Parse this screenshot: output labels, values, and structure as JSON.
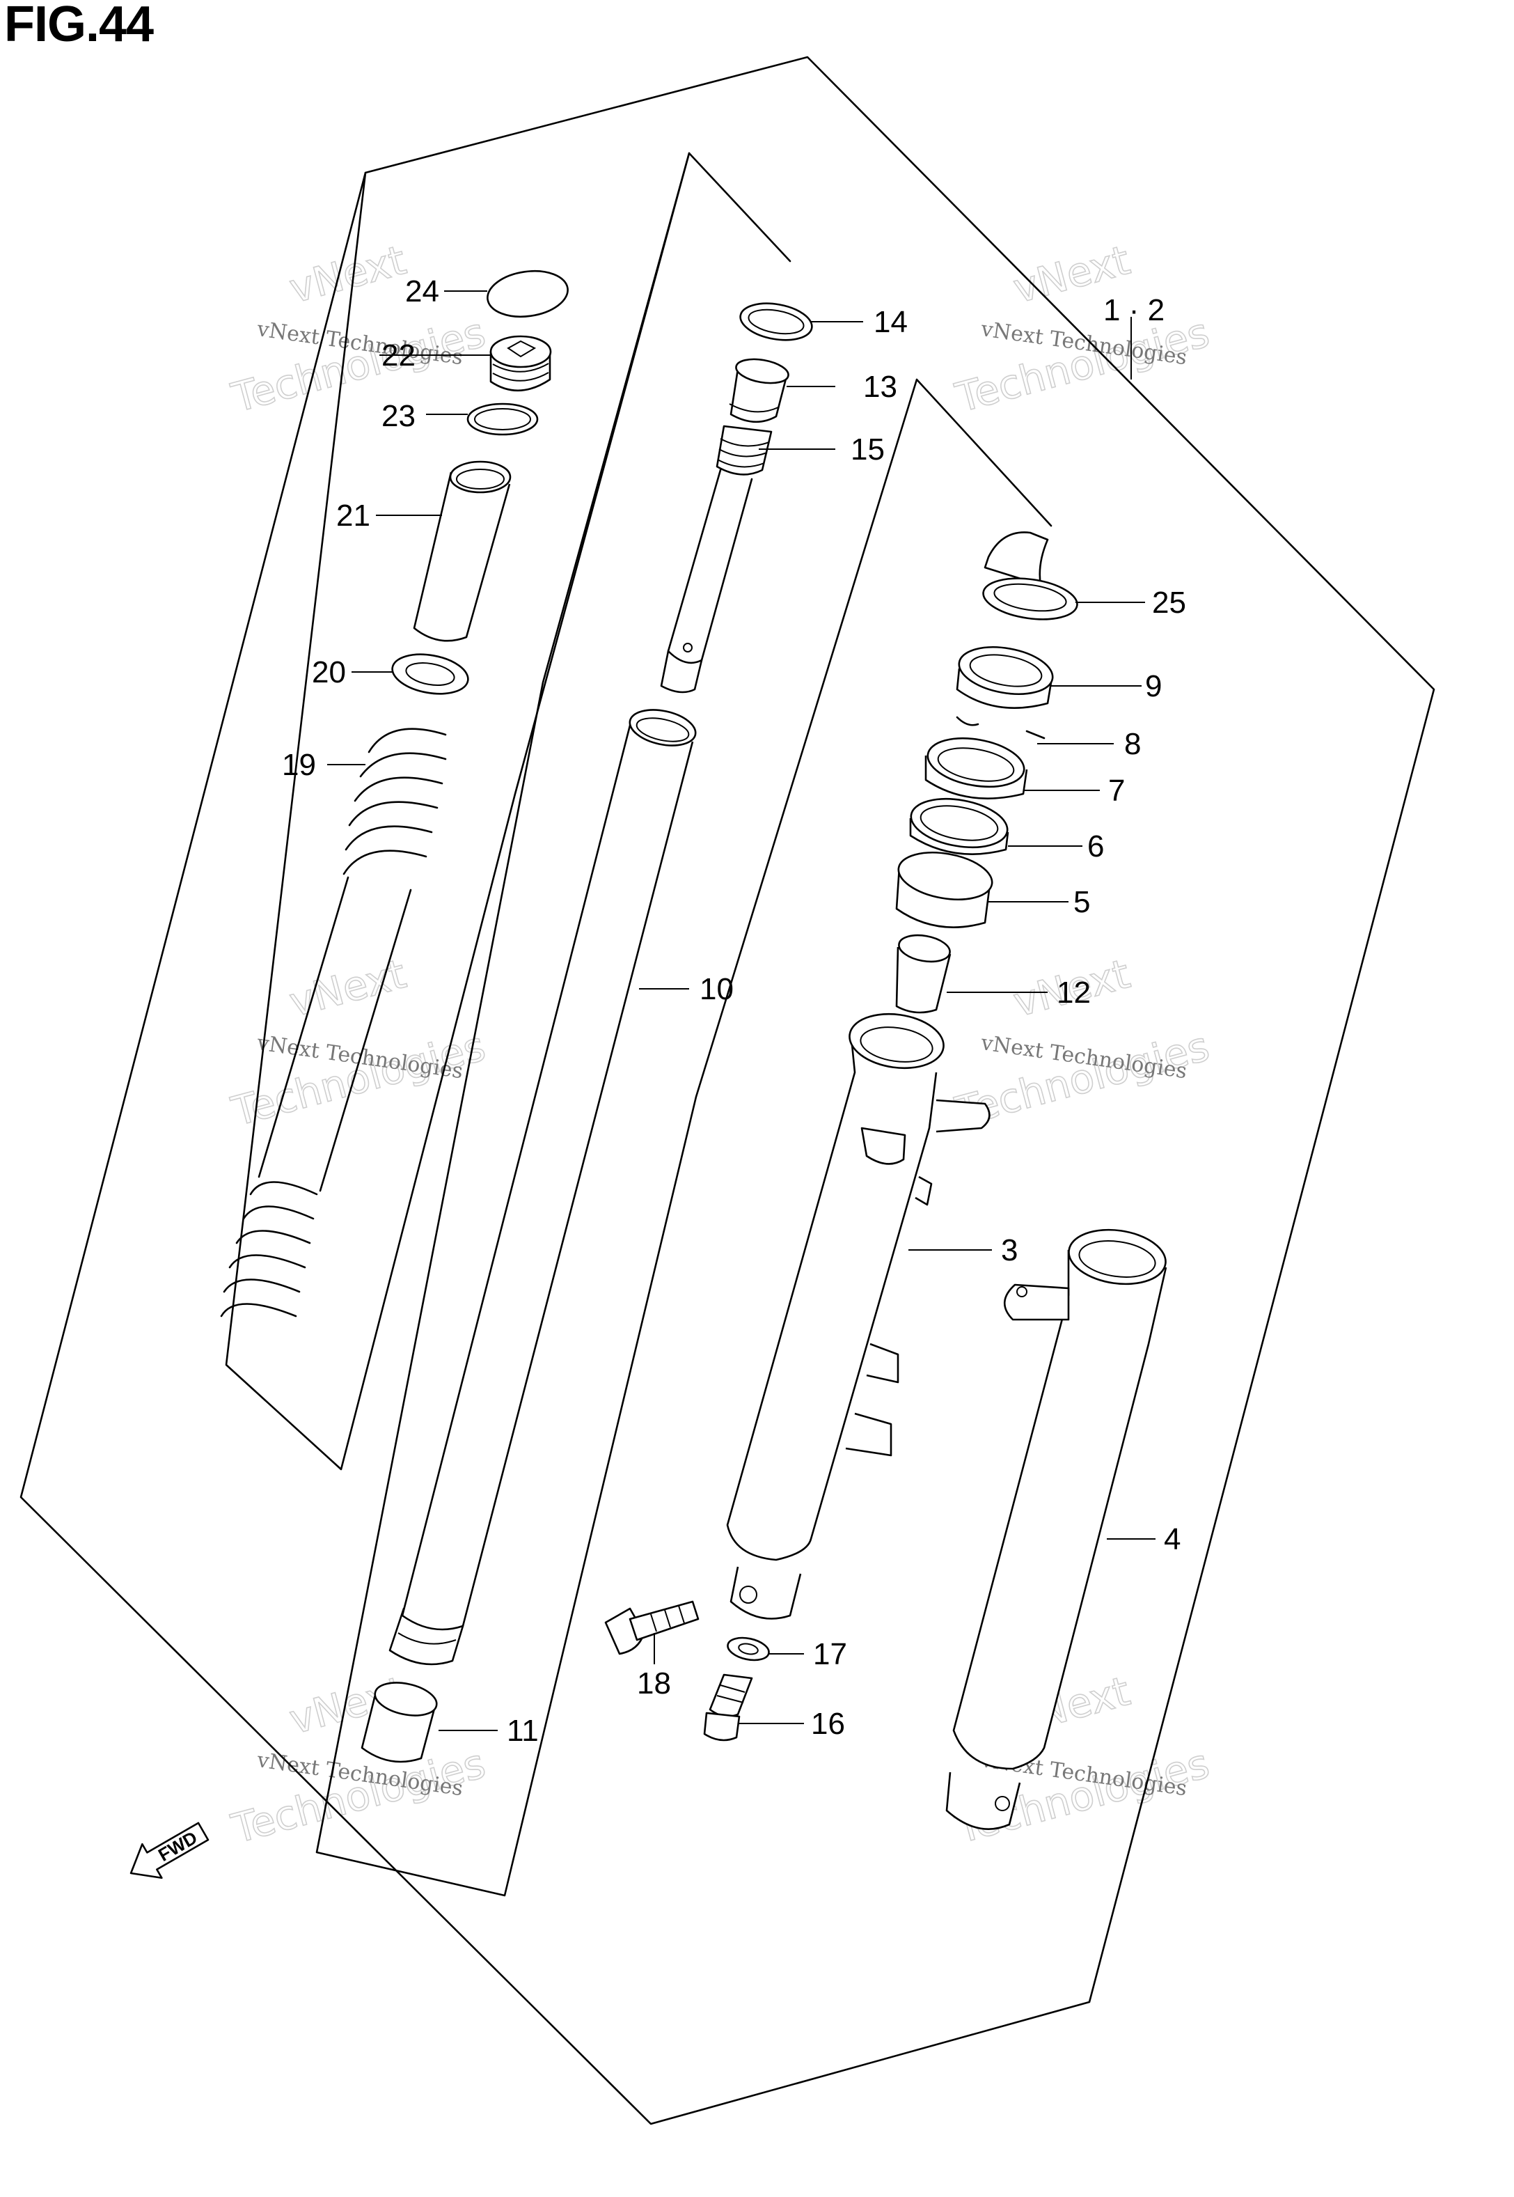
{
  "figure": {
    "title": "FIG.44"
  },
  "callouts": [
    {
      "id": "c1-2",
      "label": "1 · 2"
    },
    {
      "id": "c3",
      "label": "3"
    },
    {
      "id": "c4",
      "label": "4"
    },
    {
      "id": "c5",
      "label": "5"
    },
    {
      "id": "c6",
      "label": "6"
    },
    {
      "id": "c7",
      "label": "7"
    },
    {
      "id": "c8",
      "label": "8"
    },
    {
      "id": "c9",
      "label": "9"
    },
    {
      "id": "c10",
      "label": "10"
    },
    {
      "id": "c11",
      "label": "11"
    },
    {
      "id": "c12",
      "label": "12"
    },
    {
      "id": "c13",
      "label": "13"
    },
    {
      "id": "c14",
      "label": "14"
    },
    {
      "id": "c15",
      "label": "15"
    },
    {
      "id": "c16",
      "label": "16"
    },
    {
      "id": "c17",
      "label": "17"
    },
    {
      "id": "c18",
      "label": "18"
    },
    {
      "id": "c19",
      "label": "19"
    },
    {
      "id": "c20",
      "label": "20"
    },
    {
      "id": "c21",
      "label": "21"
    },
    {
      "id": "c22",
      "label": "22"
    },
    {
      "id": "c23",
      "label": "23"
    },
    {
      "id": "c24",
      "label": "24"
    },
    {
      "id": "c25",
      "label": "25"
    }
  ],
  "watermark": {
    "line1": "vNext Technologies",
    "line2a": "vNext",
    "line2b": "Technologies"
  },
  "fwd_badge": {
    "label": "FWD",
    "icon": "fwd-arrow-icon"
  }
}
